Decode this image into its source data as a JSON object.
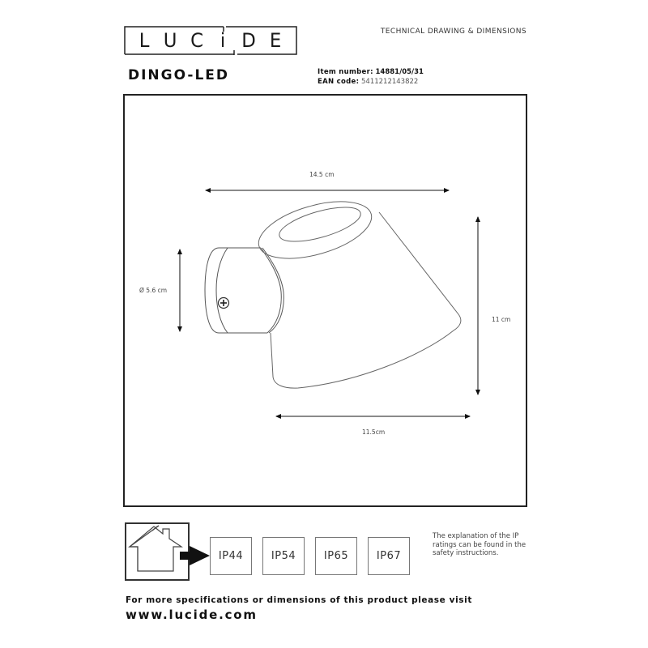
{
  "header": {
    "brand_letters": [
      "L",
      "U",
      "C",
      "i",
      "D",
      "E"
    ],
    "brand_name": "LUCIDE",
    "document_type": "TECHNICAL DRAWING & DIMENSIONS"
  },
  "product": {
    "name": "DINGO-LED",
    "item_number_label": "Item number:",
    "item_number": "14881/05/31",
    "ean_label": "EAN code:",
    "ean_code": "5411212143822"
  },
  "drawing": {
    "dimensions": {
      "total_width": "14.5 cm",
      "backplate_diameter": "Ø 5.6 cm",
      "height": "11 cm",
      "shade_depth": "11.5cm"
    }
  },
  "ip_ratings": {
    "items": [
      "IP44",
      "IP54",
      "IP65",
      "IP67"
    ],
    "highlighted": "IP44",
    "note": "The explanation of the IP ratings can be found in the safety instructions."
  },
  "footer": {
    "text": "For more specifications or dimensions of this product please visit",
    "url": "www.lucide.com"
  }
}
